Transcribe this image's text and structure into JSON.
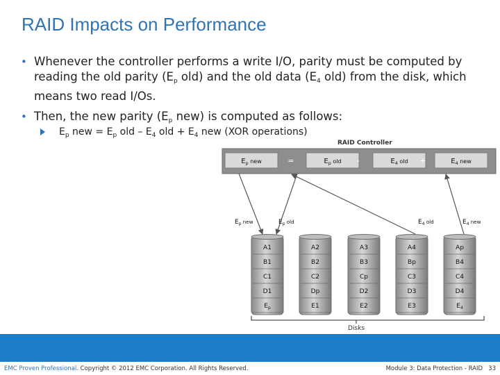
{
  "title": "RAID Impacts on Performance",
  "bullets": [
    "Whenever the controller performs a write I/O, parity must be computed by reading the old parity (Ep old) and the old data (E4 old) from the disk, which means two read I/Os.",
    "Then, the new parity (Ep new) is computed as follows:"
  ],
  "formula": "Ep new = Ep old – E4 old + E4 new (XOR operations)",
  "diagram": {
    "controller_label": "RAID Controller",
    "operation_boxes": [
      "Ep new",
      "Ep old",
      "E4 old",
      "E4 new"
    ],
    "operators": [
      "=",
      "-",
      "+"
    ],
    "arrow_labels": [
      "Ep new",
      "Ep old",
      "E4 old",
      "E4 new"
    ],
    "disks_label": "Disks",
    "disks": [
      [
        "A1",
        "B1",
        "C1",
        "D1",
        "Ep"
      ],
      [
        "A2",
        "B2",
        "C2",
        "Dp",
        "E1"
      ],
      [
        "A3",
        "B3",
        "Cp",
        "D2",
        "E2"
      ],
      [
        "A4",
        "Bp",
        "C3",
        "D3",
        "E3"
      ],
      [
        "Ap",
        "B4",
        "C4",
        "D4",
        "E4"
      ]
    ]
  },
  "footer": {
    "brand": "EMC Proven Professional.",
    "copyright": "Copyright © 2012 EMC Corporation. All Rights Reserved.",
    "module": "Module 3: Data Protection - RAID",
    "page": "33"
  }
}
